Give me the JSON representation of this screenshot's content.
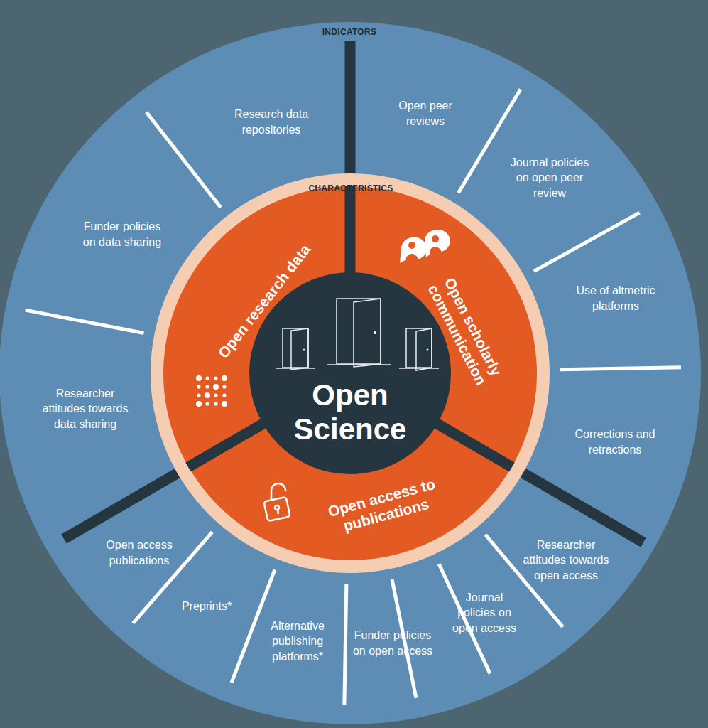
{
  "diagram": {
    "nodes": [
      {
        "text": [
          "Open Science"
        ]
      },
      {
        "text": [
          "Open research data"
        ]
      },
      {
        "text": [
          "Open scholarly communication"
        ]
      },
      {
        "text": [
          "Open access to publications"
        ]
      }
    ],
    "labels": [
      "INDICATORS",
      "CHARACTERISTICS",
      "Research data repositories",
      "Open peer reviews",
      "Journal policies on open peer review",
      "Use of altmetric platforms",
      "Corrections and retractions",
      "Researcher attitudes towards open access",
      "Journal policies on open access",
      "Funder policies on open access",
      "Alternative publishing platforms*",
      "Preprints*",
      "Open access publications",
      "Researcher attitudes towards data sharing",
      "Funder policies on data sharing"
    ]
  }
}
